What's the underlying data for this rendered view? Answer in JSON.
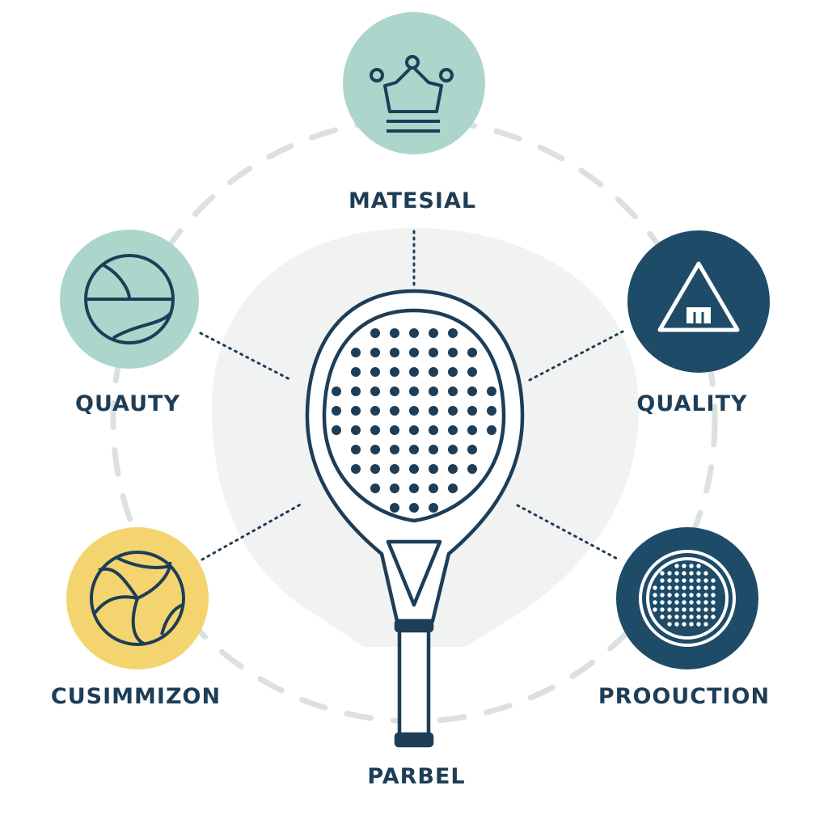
{
  "labels": {
    "top": "MATESIAL",
    "left_upper": "QUAUTY",
    "right_upper": "QUALITY",
    "left_lower": "CUSIMMIZON",
    "right_lower": "PROOUCTION",
    "center": "PARBEL"
  },
  "icons": {
    "top": "crown-icon",
    "left_upper": "ball-icon",
    "right_upper": "warning-triangle-icon",
    "left_lower": "volleyball-icon",
    "right_lower": "perforated-disc-icon",
    "center": "padel-racket-icon"
  },
  "colors": {
    "ink": "#1e3d56",
    "mint": "#acd5cb",
    "navy": "#1d4b68",
    "yellow": "#f3d46f",
    "dash": "#dbe1e1",
    "blob": "#f1f2f2"
  }
}
